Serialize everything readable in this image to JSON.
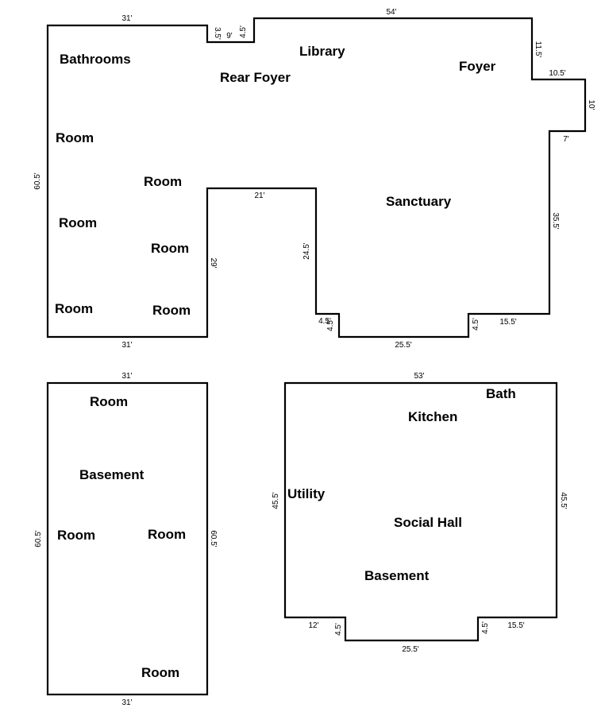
{
  "upper_floor": {
    "rooms": {
      "bathrooms": "Bathrooms",
      "library": "Library",
      "rear_foyer": "Rear Foyer",
      "foyer": "Foyer",
      "sanctuary": "Sanctuary",
      "room_1": "Room",
      "room_2": "Room",
      "room_3": "Room",
      "room_4": "Room",
      "room_5": "Room",
      "room_6": "Room"
    },
    "dimensions": {
      "top_left": "31'",
      "step_small": "3.5'",
      "step_width": "9'",
      "step_right": "4.5'",
      "top_main": "54'",
      "right_upper": "11.5'",
      "right_step": "10.5'",
      "right_bump": "10'",
      "right_return": "7'",
      "right_lower": "35.5'",
      "left_side": "60.5'",
      "notch_top": "21'",
      "notch_left": "24.5'",
      "wing_right": "29'",
      "bottom_left": "31'",
      "corner_a": "4.5'",
      "corner_b": "4.5'",
      "bottom_mid": "25.5'",
      "corner_c": "4.5'",
      "bottom_right": "15.5'"
    }
  },
  "basement_left": {
    "rooms": {
      "room_top": "Room",
      "basement": "Basement",
      "room_left": "Room",
      "room_right": "Room",
      "room_bottom": "Room"
    },
    "dimensions": {
      "top": "31'",
      "left": "60.5'",
      "right": "60.5'",
      "bottom": "31'"
    }
  },
  "basement_right": {
    "rooms": {
      "bath": "Bath",
      "kitchen": "Kitchen",
      "utility": "Utility",
      "social_hall": "Social Hall",
      "basement": "Basement"
    },
    "dimensions": {
      "top": "53'",
      "left": "45.5'",
      "right": "45.5'",
      "bottom_left": "12'",
      "step_left": "4.5'",
      "bottom_mid": "25.5'",
      "step_right": "4.5'",
      "bottom_right": "15.5'"
    }
  }
}
